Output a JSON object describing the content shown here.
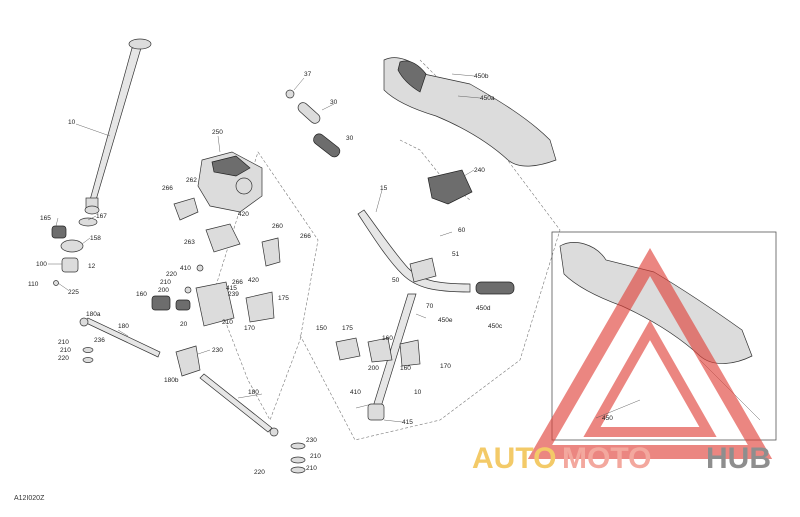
{
  "diagram": {
    "code": "A12I020Z",
    "callouts": {
      "c10a": "10",
      "c165": "165",
      "c167": "167",
      "c158": "158",
      "c100": "100",
      "c12": "12",
      "c110": "110",
      "c225": "225",
      "c250": "250",
      "c266a": "266",
      "c262": "262",
      "c420a": "420",
      "c260": "260",
      "c263": "263",
      "c266b": "266",
      "c410a": "410",
      "c220a": "220",
      "c210a": "210",
      "c200a": "200",
      "c160a": "160",
      "c266c": "266",
      "c415": "415",
      "c239": "239",
      "c420b": "420",
      "c175a": "175",
      "c20": "20",
      "c210b": "210",
      "c170a": "170",
      "c180a": "180a",
      "c180b": "180",
      "c210c": "210",
      "c236": "236",
      "c210d": "210",
      "c220b": "220",
      "c230a": "230",
      "c180c": "180b",
      "c180d": "180",
      "c230b": "230",
      "c210e": "210",
      "c220c": "220",
      "c210f": "210",
      "c37": "37",
      "c30a": "30",
      "c30b": "30",
      "c15": "15",
      "c450b": "450b",
      "c450a": "450a",
      "c240": "240",
      "c60": "60",
      "c51": "51",
      "c50": "50",
      "c70": "70",
      "c450e": "450e",
      "c450d": "450d",
      "c450c": "450c",
      "c150": "150",
      "c175b": "175",
      "c160b": "160",
      "c200b": "200",
      "c160c": "160",
      "c170b": "170",
      "c410b": "410",
      "c10b": "10",
      "c415b": "415",
      "c450": "450"
    }
  },
  "watermark": {
    "auto": "AUTO",
    "moto": "MOTO",
    "hub": "HUB"
  },
  "colors": {
    "triangle": "#e0413a",
    "auto": "#f2c14e",
    "moto": "#f29a8e",
    "hub": "#7b7b7b"
  }
}
